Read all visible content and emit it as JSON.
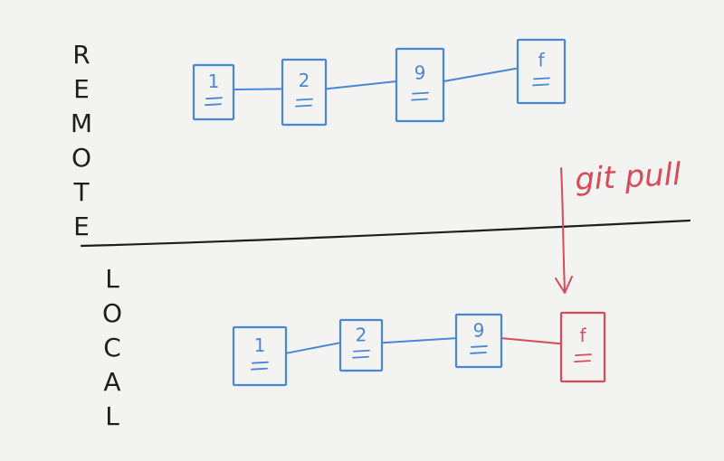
{
  "sections": {
    "remote": {
      "letters": [
        "R",
        "E",
        "M",
        "O",
        "T",
        "E"
      ],
      "commits": [
        "1",
        "2",
        "9",
        "f"
      ]
    },
    "local": {
      "letters": [
        "L",
        "O",
        "C",
        "A",
        "L"
      ],
      "commits": [
        "1",
        "2",
        "9",
        "f"
      ],
      "new_commit_index": 3
    }
  },
  "action": {
    "label": "git pull"
  },
  "colors": {
    "background": "#f3f3f1",
    "commit": "#4a86d8",
    "pulled": "#d94a58",
    "ink": "#1e1e1e"
  }
}
